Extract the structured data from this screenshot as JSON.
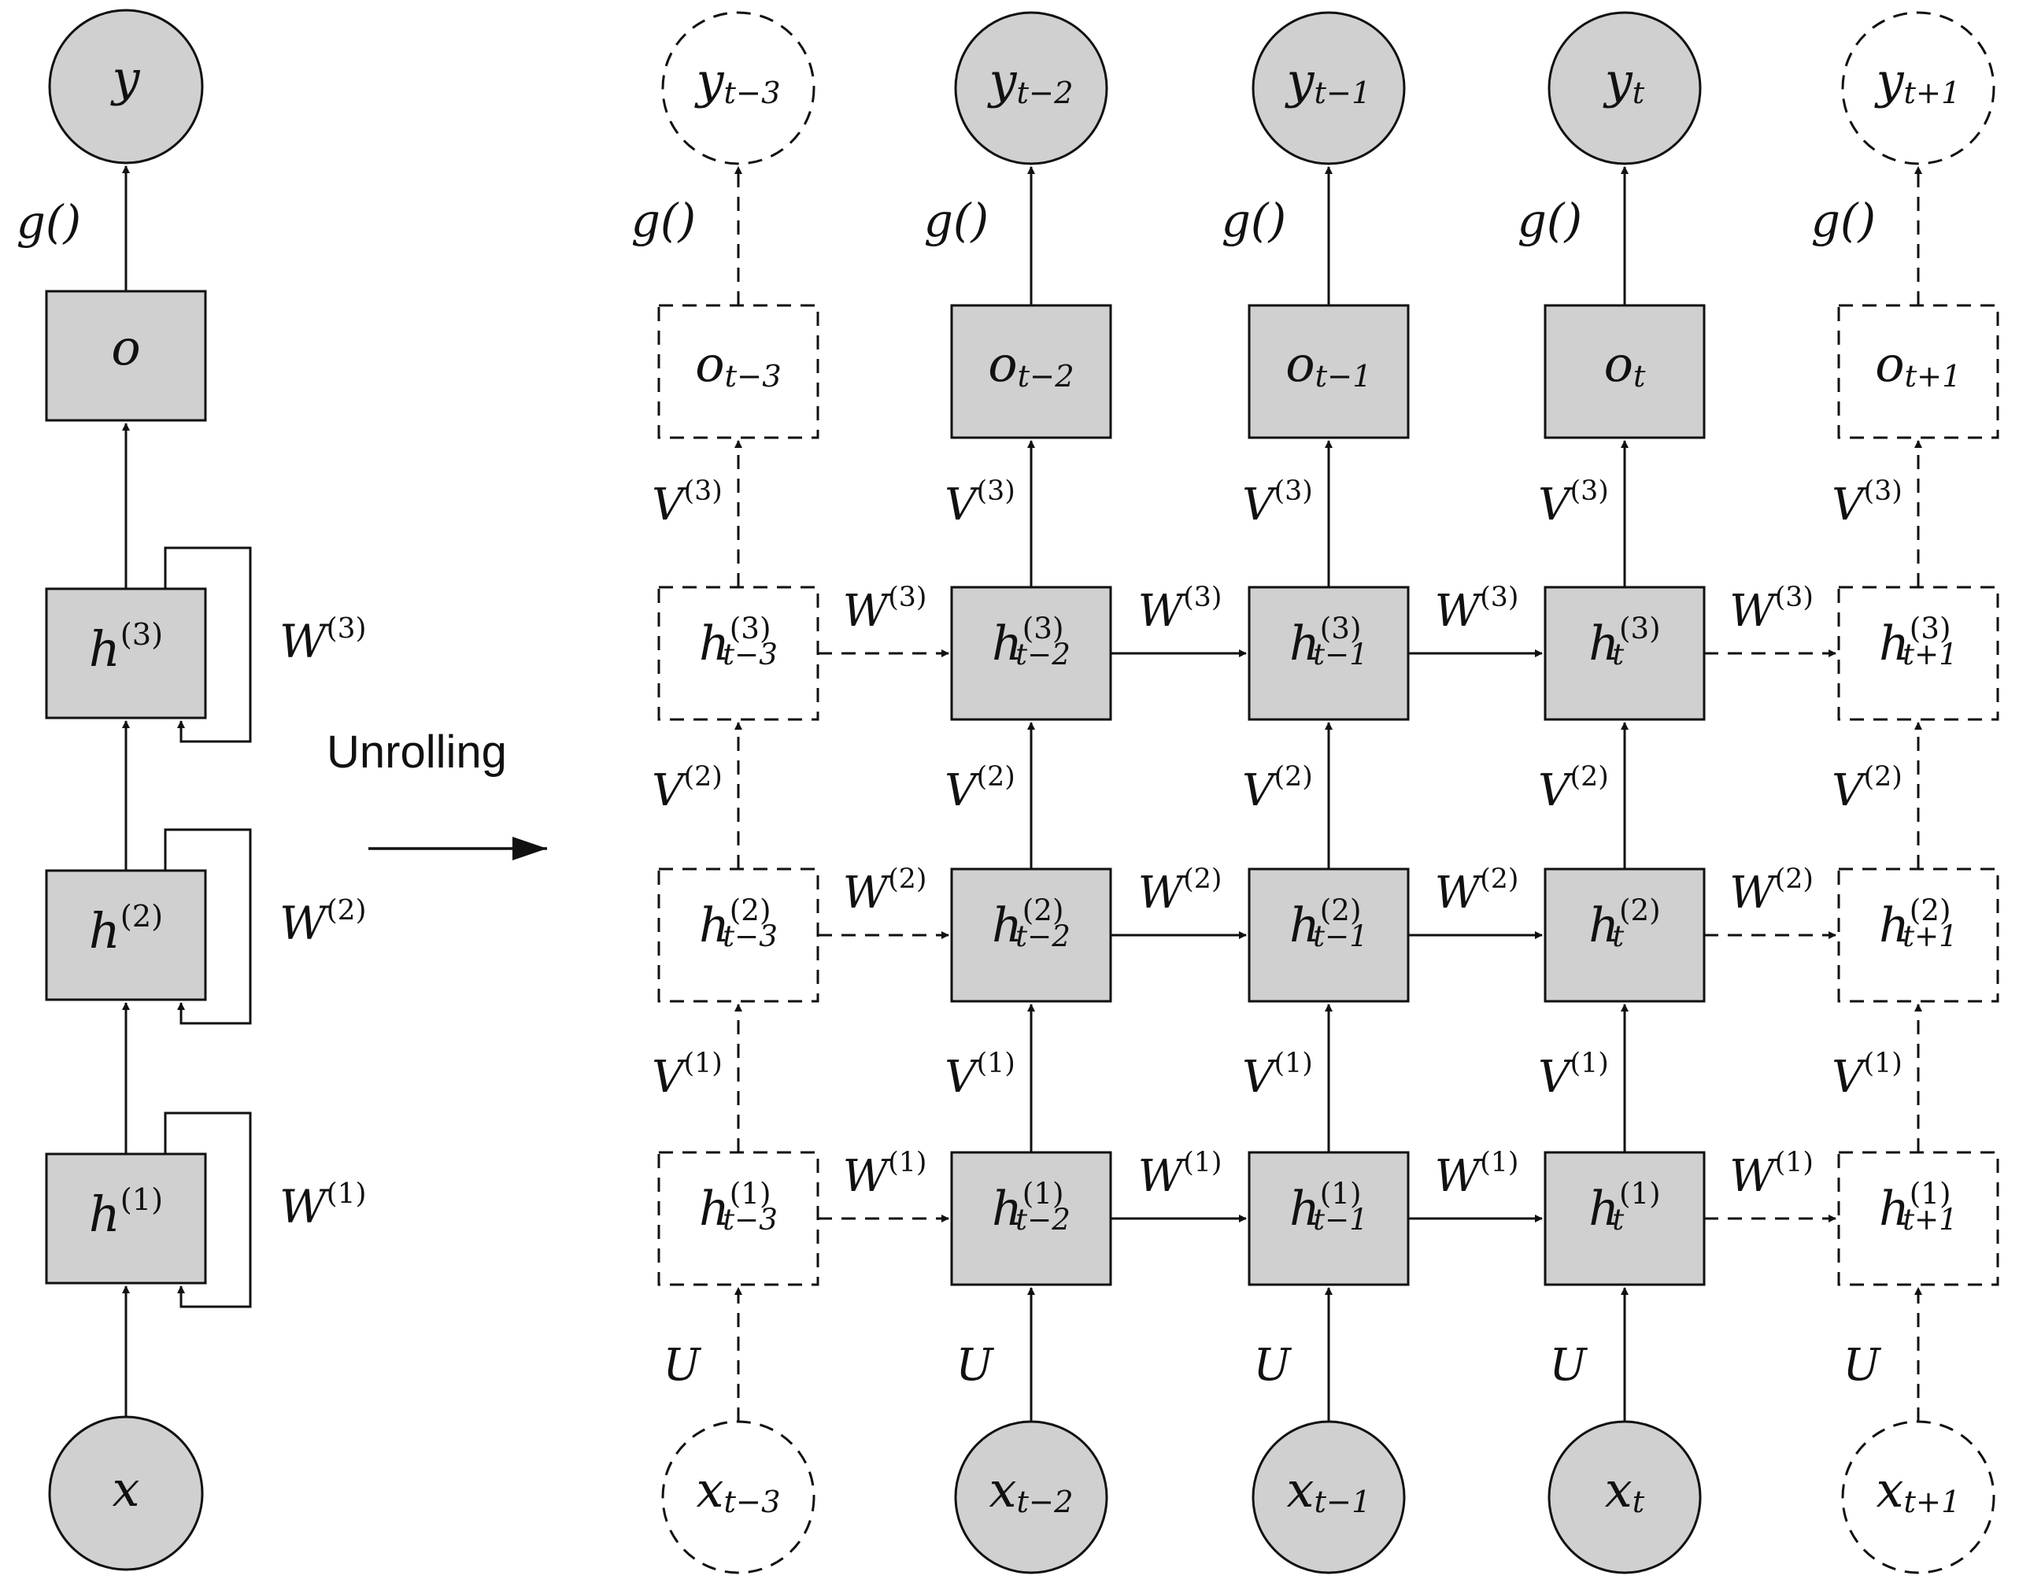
{
  "folded": {
    "y": {
      "base": "y",
      "sup": "",
      "sub": ""
    },
    "o": {
      "base": "o",
      "sup": "",
      "sub": ""
    },
    "g": "g()",
    "hidden": [
      {
        "base": "h",
        "sup": "(3)",
        "sub": ""
      },
      {
        "base": "h",
        "sup": "(2)",
        "sub": ""
      },
      {
        "base": "h",
        "sup": "(1)",
        "sub": ""
      }
    ],
    "W": [
      {
        "base": "W",
        "sup": "(3)",
        "sub": ""
      },
      {
        "base": "W",
        "sup": "(2)",
        "sub": ""
      },
      {
        "base": "W",
        "sup": "(1)",
        "sub": ""
      }
    ],
    "x": {
      "base": "x",
      "sup": "",
      "sub": ""
    }
  },
  "unroll_label": "Unrolling",
  "time_steps": [
    {
      "sub": "t−3",
      "dashed": true
    },
    {
      "sub": "t−2",
      "dashed": false
    },
    {
      "sub": "t−1",
      "dashed": false
    },
    {
      "sub": "t",
      "dashed": false
    },
    {
      "sub": "t+1",
      "dashed": true
    }
  ],
  "layers": [
    "(3)",
    "(2)",
    "(1)"
  ],
  "symbols": {
    "y": "y",
    "o": "o",
    "h": "h",
    "x": "x",
    "g": "g()",
    "V": "V",
    "W": "W",
    "U": "U"
  },
  "colors": {
    "filled": "#d0d0d0",
    "stroke": "#111111",
    "background": "#ffffff"
  }
}
